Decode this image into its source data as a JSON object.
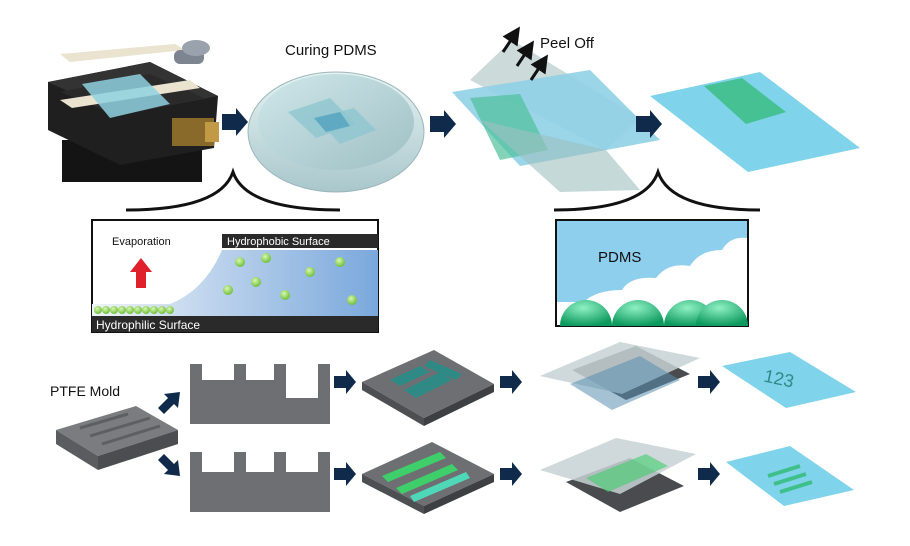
{
  "labels": {
    "curing": "Curing PDMS",
    "peel": "Peel Off",
    "evaporation": "Evaporation",
    "hydrophobic": "Hydrophobic Surface",
    "hydrophilic": "Hydrophilic Surface",
    "pdms": "PDMS",
    "ptfe_mold": "PTFE Mold",
    "pattern_text": "123"
  },
  "colors": {
    "pdms_cyan": "#7fd3ea",
    "pdms_green": "#3fbf8a",
    "mold_gray": "#6e6f73",
    "arrow_navy": "#0f2a4a",
    "evap_arrow": "#e0202a",
    "sphere_green": "#22c08a"
  }
}
